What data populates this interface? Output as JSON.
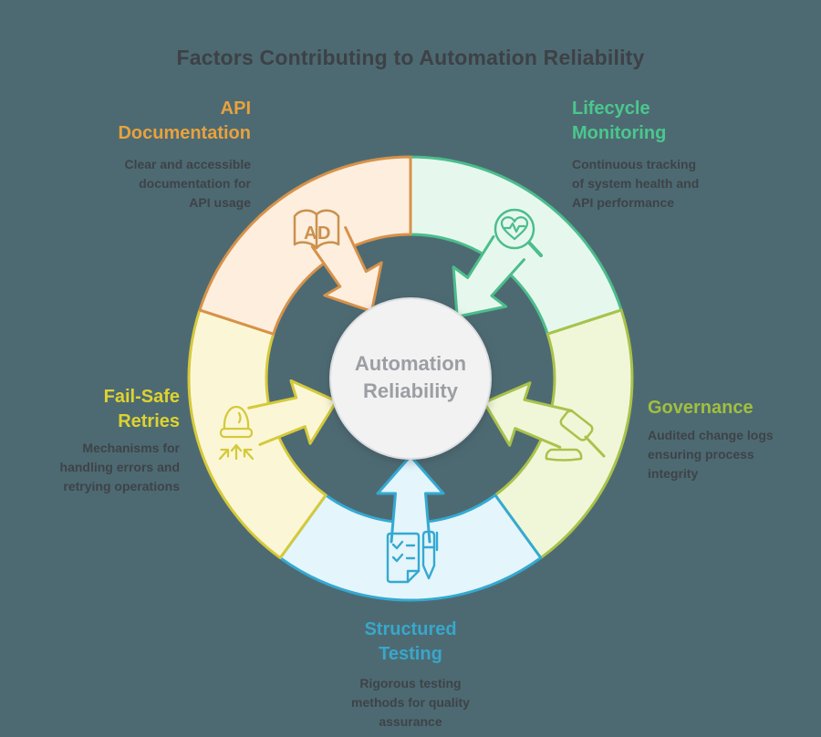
{
  "title": "Factors Contributing to Automation Reliability",
  "center": {
    "label": "Automation\nReliability"
  },
  "colors": {
    "background": "#4d6a73",
    "title_text": "#3d4145",
    "description_text": "#3e4347",
    "center_fill": "#f2f2f3",
    "center_stroke": "#dcdedf",
    "center_text": "#9b9fa3"
  },
  "factors": {
    "api_documentation": {
      "name": "API Documentation",
      "heading": "API\nDocumentation",
      "description": "Clear and accessible\ndocumentation for\nAPI usage",
      "accent": "#e8a23c",
      "segment_fill": "#fdeede",
      "segment_stroke": "#d6924a",
      "icon": "open-book-ad-icon",
      "icon_text": "AD"
    },
    "lifecycle_monitoring": {
      "name": "Lifecycle Monitoring",
      "heading": "Lifecycle\nMonitoring",
      "description": "Continuous tracking\nof system health and\nAPI performance",
      "accent": "#4bc78c",
      "segment_fill": "#e6f8ee",
      "segment_stroke": "#4cbd8b",
      "icon": "heart-pulse-magnifier-icon"
    },
    "governance": {
      "name": "Governance",
      "heading": "Governance",
      "description": "Audited change logs\nensuring process\nintegrity",
      "accent": "#a2bf3d",
      "segment_fill": "#f0f7d8",
      "segment_stroke": "#a9c24a",
      "icon": "gavel-icon"
    },
    "structured_testing": {
      "name": "Structured Testing",
      "heading": "Structured\nTesting",
      "description": "Rigorous testing\nmethods for quality\nassurance",
      "accent": "#38a7ca",
      "segment_fill": "#e4f5fb",
      "segment_stroke": "#35a9d1",
      "icon": "checklist-pen-icon"
    },
    "fail_safe_retries": {
      "name": "Fail-Safe Retries",
      "heading": "Fail-Safe\nRetries",
      "description": "Mechanisms for\nhandling errors and\nretrying operations",
      "accent": "#ded32e",
      "segment_fill": "#fbf7d6",
      "segment_stroke": "#d5c93b",
      "icon": "dome-retry-arrows-icon"
    }
  }
}
